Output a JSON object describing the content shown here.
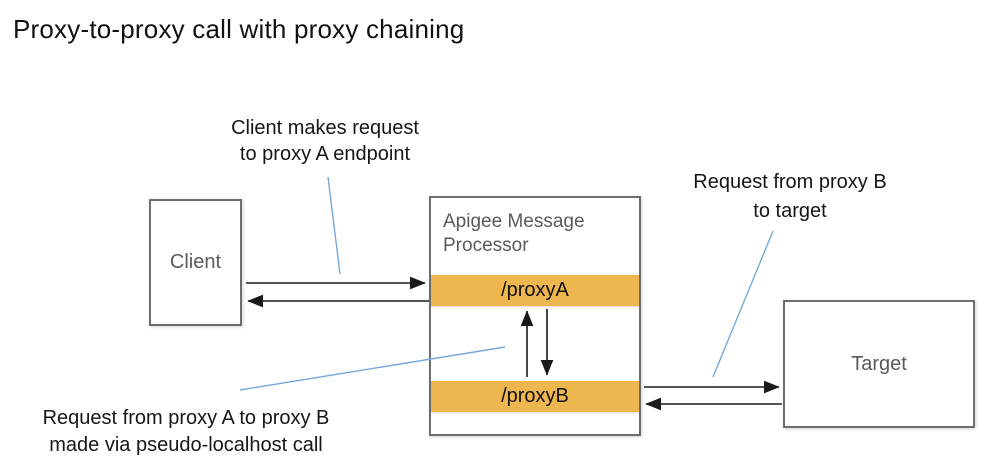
{
  "title": "Proxy-to-proxy call with proxy chaining",
  "annotations": {
    "client_request": {
      "line1": "Client makes request",
      "line2": "to proxy A endpoint"
    },
    "proxyb_to_target": {
      "line1": "Request from proxy B",
      "line2": "to target"
    },
    "proxya_to_proxyb": {
      "line1": "Request from proxy A to proxy B",
      "line2": "made via pseudo-localhost call"
    }
  },
  "nodes": {
    "client": {
      "label": "Client"
    },
    "processor": {
      "label": "Apigee Message Processor"
    },
    "proxy_a": {
      "label": "/proxyA"
    },
    "proxy_b": {
      "label": "/proxyB"
    },
    "target": {
      "label": "Target"
    }
  },
  "colors": {
    "proxy_bar_orange": "#eeb64f",
    "box_border_gray": "#6e6e6e",
    "box_label_gray": "#5a5a5a",
    "leader_line_blue": "#74a9d8",
    "arrow_black": "#1a1a1a"
  }
}
